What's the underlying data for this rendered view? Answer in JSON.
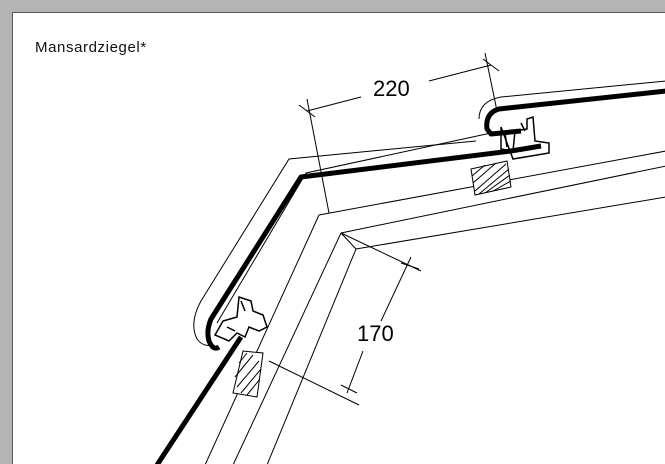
{
  "caption": "Mansardziegel*",
  "dimensions": {
    "top_width": "220",
    "rafter_depth": "170"
  },
  "colors": {
    "frame": "#b4b4b4",
    "sheet": "#ffffff",
    "ink": "#000000"
  }
}
